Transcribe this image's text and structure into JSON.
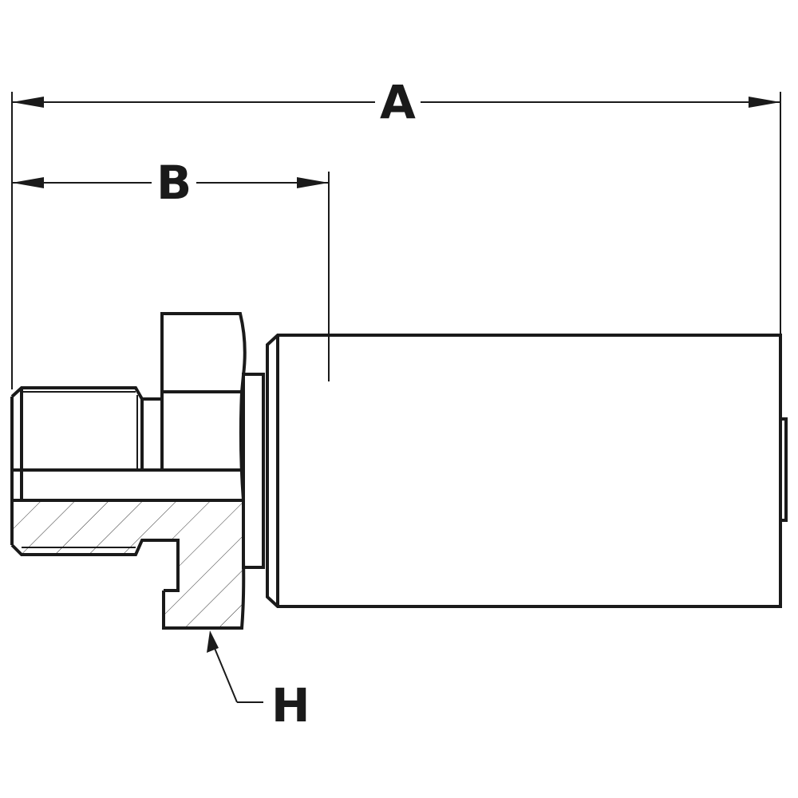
{
  "diagram": {
    "dimension_labels": {
      "overall_length": "A",
      "thread_to_hex_length": "B",
      "hex_size": "H"
    },
    "colors": {
      "stroke": "#1a1a1a",
      "background": "#ffffff"
    }
  }
}
